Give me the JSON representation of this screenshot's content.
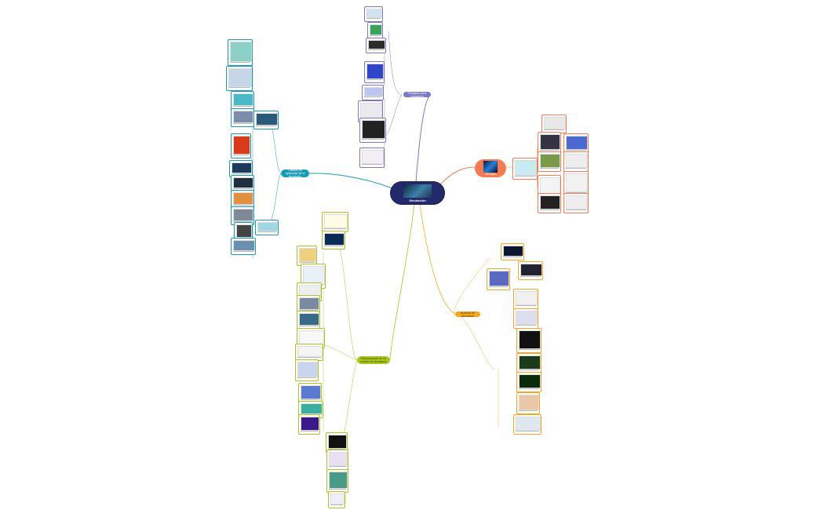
{
  "central": {
    "label": "Simulación"
  },
  "branches": [
    {
      "id": "purple",
      "label": "Principios de la simulación",
      "color": "#7b78c9"
    },
    {
      "id": "teal",
      "label": "Campos de aplicación de la simulación",
      "color": "#1a9bb5"
    },
    {
      "id": "orange-top",
      "label": "Ventajas",
      "color": "#f47c53"
    },
    {
      "id": "orange",
      "label": "Modelos de simulación",
      "color": "#f5a623"
    },
    {
      "id": "green",
      "label": "Estructuración de un modelo de simulación",
      "color": "#a8c520"
    }
  ]
}
